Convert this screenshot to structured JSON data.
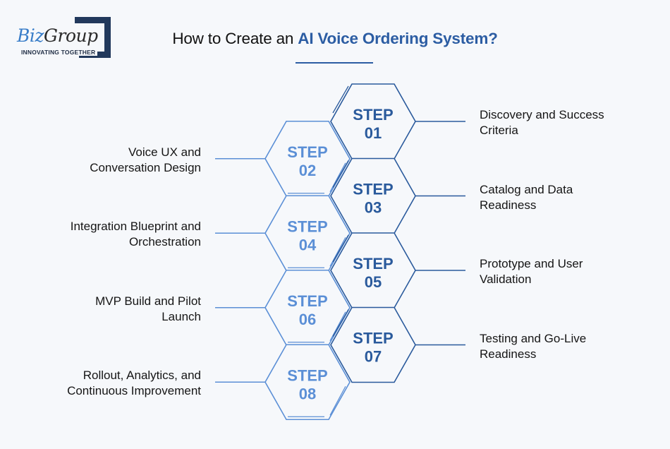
{
  "logo": {
    "brand_part1": "Biz",
    "brand_part2": "Group",
    "tagline": "INNOVATING TOGETHER"
  },
  "title": {
    "prefix": "How to Create an ",
    "highlight": "AI Voice Ordering System?"
  },
  "colors": {
    "background": "#f6f8fb",
    "accent": "#2c5da3",
    "step_dark": "#2a5a9c",
    "step_light": "#5b8fd6",
    "text": "#151515"
  },
  "steps": [
    {
      "word": "STEP",
      "number": "01",
      "label_line1": "Discovery and Success",
      "label_line2": "Criteria",
      "side": "right"
    },
    {
      "word": "STEP",
      "number": "02",
      "label_line1": "Voice UX and",
      "label_line2": "Conversation Design",
      "side": "left"
    },
    {
      "word": "STEP",
      "number": "03",
      "label_line1": "Catalog and Data",
      "label_line2": "Readiness",
      "side": "right"
    },
    {
      "word": "STEP",
      "number": "04",
      "label_line1": "Integration Blueprint and",
      "label_line2": "Orchestration",
      "side": "left"
    },
    {
      "word": "STEP",
      "number": "05",
      "label_line1": "Prototype and User",
      "label_line2": "Validation",
      "side": "right"
    },
    {
      "word": "STEP",
      "number": "06",
      "label_line1": "MVP Build and Pilot",
      "label_line2": "Launch",
      "side": "left"
    },
    {
      "word": "STEP",
      "number": "07",
      "label_line1": "Testing and Go-Live",
      "label_line2": "Readiness",
      "side": "right"
    },
    {
      "word": "STEP",
      "number": "08",
      "label_line1": "Rollout, Analytics, and",
      "label_line2": "Continuous Improvement",
      "side": "left"
    }
  ]
}
